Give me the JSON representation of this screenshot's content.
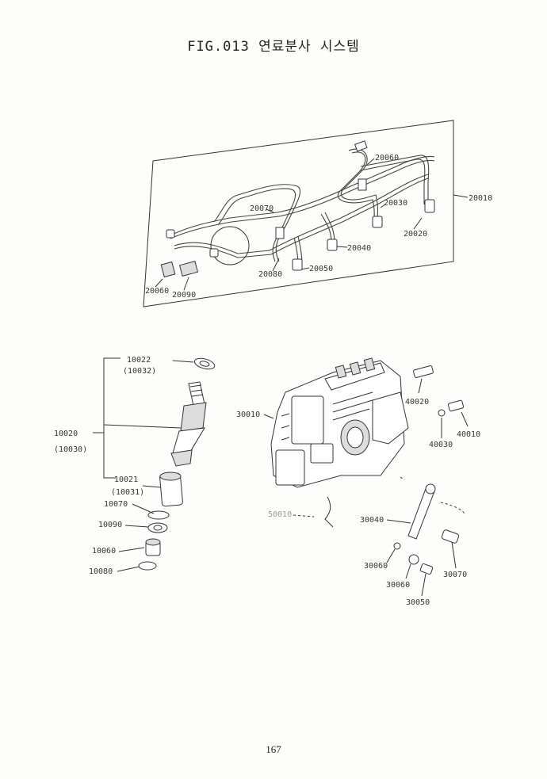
{
  "page": {
    "title": "FIG.013 연료분사 시스템",
    "page_number": "167"
  },
  "panel_fuel_pipes": {
    "labels": {
      "p20060a": "20060",
      "p20070": "20070",
      "p20030": "20030",
      "p20010": "20010",
      "p20020": "20020",
      "p20040": "20040",
      "p20050": "20050",
      "p20080": "20080",
      "p20060b": "20060",
      "p20090": "20090"
    }
  },
  "nozzle_assembly": {
    "labels": {
      "p10022": "10022",
      "p10032": "(10032)",
      "p10020": "10020",
      "p10030": "(10030)",
      "p10021": "10021",
      "p10031": "(10031)",
      "p10070": "10070",
      "p10090": "10090",
      "p10060": "10060",
      "p10080": "10080"
    }
  },
  "injection_pump": {
    "labels": {
      "p30010": "30010",
      "p40020": "40020",
      "p40010": "40010",
      "p40030": "40030",
      "p50010": "50010",
      "p30040": "30040",
      "p30060a": "30060",
      "p30060b": "30060",
      "p30070": "30070",
      "p30050": "30050"
    }
  }
}
